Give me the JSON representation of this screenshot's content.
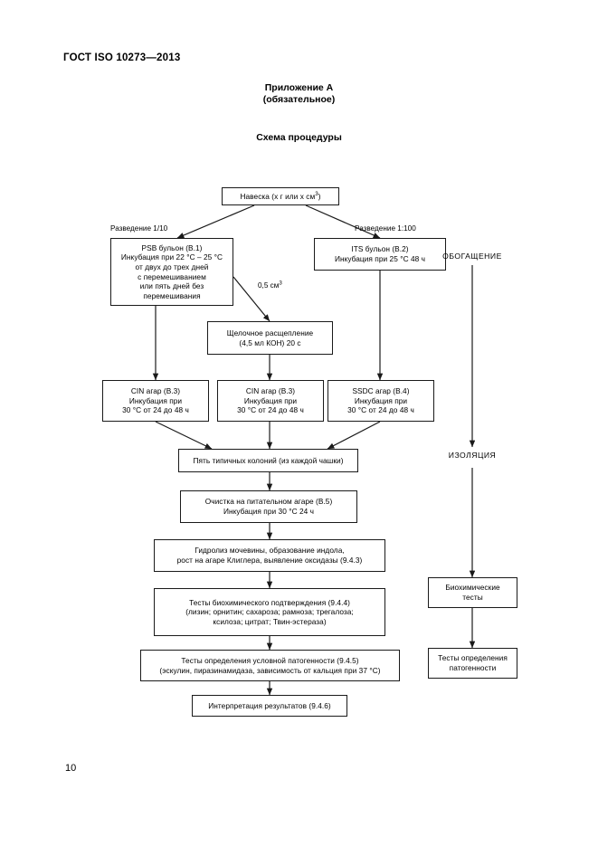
{
  "document": {
    "header": "ГОСТ ISO 10273—2013",
    "page_number": "10",
    "annex_line1": "Приложение А",
    "annex_line2": "(обязательное)",
    "scheme_title": "Схема процедуры"
  },
  "labels": {
    "dilution_left": "Разведение 1/10",
    "dilution_right": "Разведение 1:100",
    "volume_transfer": "0,5 см",
    "volume_transfer_sup": "3",
    "stage_enrichment": "ОБОГАЩЕНИЕ",
    "stage_isolation": "ИЗОЛЯЦИЯ"
  },
  "nodes": {
    "sample": {
      "line1_a": "Навеска (х г или х см",
      "line1_sup": "3",
      "line1_b": ")"
    },
    "psb": {
      "line1": "PSB бульон (В.1)",
      "line2": "Инкубация при 22 °С – 25 °С",
      "line3": "от двух до трех дней",
      "line4": "с перемешиванием",
      "line5": "или пять дней без",
      "line6": "перемешивания"
    },
    "its": {
      "line1": "ITS бульон (В.2)",
      "line2": "Инкубация при 25 °С 48 ч"
    },
    "alkaline": {
      "line1": "Щелочное расщепление",
      "line2": "(4,5 мл КОН) 20 с"
    },
    "cin1": {
      "line1": "CIN агар (В.3)",
      "line2": "Инкубация при",
      "line3": "30 °С от 24 до 48 ч"
    },
    "cin2": {
      "line1": "CIN агар (В.3)",
      "line2": "Инкубация при",
      "line3": "30 °С от 24 до 48 ч"
    },
    "ssdc": {
      "line1": "SSDC агар (В.4)",
      "line2": "Инкубация при",
      "line3": "30 °С от 24 до 48 ч"
    },
    "colonies": {
      "line1": "Пять типичных колоний (из каждой чашки)"
    },
    "purification": {
      "line1": "Очистка на питательном агаре (В.5)",
      "line2": "Инкубация при 30 °С 24 ч"
    },
    "hydrolysis": {
      "line1": "Гидролиз мочевины, образование индола,",
      "line2": "рост на агаре Клиглера, выявление оксидазы (9.4.3)"
    },
    "biochem_conf": {
      "line1": "Тесты биохимического подтверждения (9.4.4)",
      "line2": "(лизин; орнитин; сахароза; рамноза; трегалоза;",
      "line3": "ксилоза; цитрат; Твин-эстераза)"
    },
    "pathogenicity": {
      "line1": "Тесты определения условной патогенности (9.4.5)",
      "line2": "(эскулин, пиразинамидаза, зависимость от кальция при 37 °С)"
    },
    "interpretation": {
      "line1": "Интерпретация результатов (9.4.6)"
    },
    "biochem_tests_side": {
      "line1": "Биохимические",
      "line2": "тесты"
    },
    "pathogenicity_side": {
      "line1": "Тесты определения",
      "line2": "патогенности"
    }
  },
  "colors": {
    "ink": "#1a1a1a",
    "page": "#ffffff"
  }
}
